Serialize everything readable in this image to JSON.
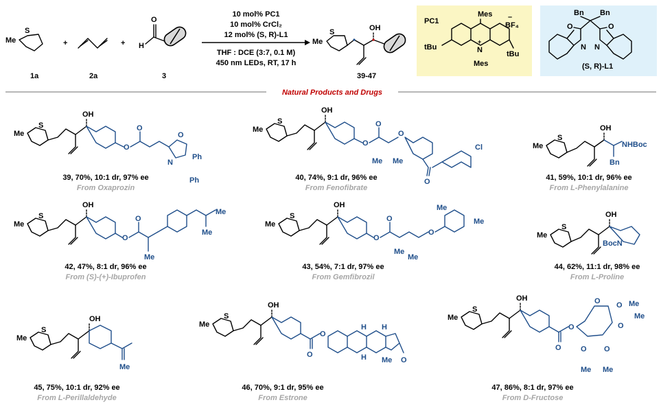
{
  "header": {
    "reactant1_atom": "Me",
    "reactant1_S": "S",
    "reactant1_label": "1a",
    "reactant2_label": "2a",
    "reactant3_H": "H",
    "reactant3_O": "O",
    "reactant3_label": "3",
    "plus": "+",
    "conditions": [
      "10 mol% PC1",
      "10 mol% CrCl₂",
      "12 mol% (S, R)-L1",
      "THF : DCE (3:7, 0.1 M)",
      "450 nm LEDs, RT, 17 h"
    ],
    "product_me": "Me",
    "product_S": "S",
    "product_OH": "OH",
    "product_label": "39-47"
  },
  "catalyst_pc1": {
    "name": "PC1",
    "mes_top": "Mes",
    "mes_bottom": "Mes",
    "anion": "BF₄",
    "minus": "–",
    "tbu_left": "tBu",
    "tbu_right": "tBu",
    "n_plus": "N",
    "plus": "+"
  },
  "ligand_l1": {
    "bn1": "Bn",
    "bn2": "Bn",
    "o1": "O",
    "o2": "O",
    "n1": "N",
    "n2": "N",
    "name": "(S, R)-L1"
  },
  "section_title": "Natural Products and Drugs",
  "compounds": [
    {
      "caption": "39, 70%, 10:1 dr, 97% ee",
      "source": "From Oxaprozin"
    },
    {
      "caption": "40, 74%, 9:1 dr, 96% ee",
      "source": "From Fenofibrate"
    },
    {
      "caption": "41, 59%, 10:1 dr, 96% ee",
      "source": "From L-Phenylalanine"
    },
    {
      "caption": "42, 47%, 8:1 dr, 96% ee",
      "source": "From (S)-(+)-Ibuprofen"
    },
    {
      "caption": "43, 54%, 7:1 dr, 97% ee",
      "source": "From Gemfibrozil"
    },
    {
      "caption": "44, 62%, 11:1 dr, 98% ee",
      "source": "From L-Proline"
    },
    {
      "caption": "45, 75%, 10:1 dr, 92% ee",
      "source": "From L-Perillaldehyde"
    },
    {
      "caption": "46, 70%, 9:1 dr, 95% ee",
      "source": "From Estrone"
    },
    {
      "caption": "47, 86%, 8:1 dr, 97% ee",
      "source": "From D-Fructose"
    }
  ],
  "atoms": {
    "me": "Me",
    "s": "S",
    "oh": "OH",
    "o": "O",
    "n": "N",
    "ph": "Ph",
    "cl": "Cl",
    "nhboc": "NHBoc",
    "bn": "Bn",
    "bocn": "BocN",
    "h": "H"
  },
  "colors": {
    "accent_red": "#c00000",
    "fragment_blue": "#1f4e8a",
    "pc1_box": "#fbf6c4",
    "l1_box": "#dff1fa",
    "source_grey": "#a6a6a6"
  }
}
